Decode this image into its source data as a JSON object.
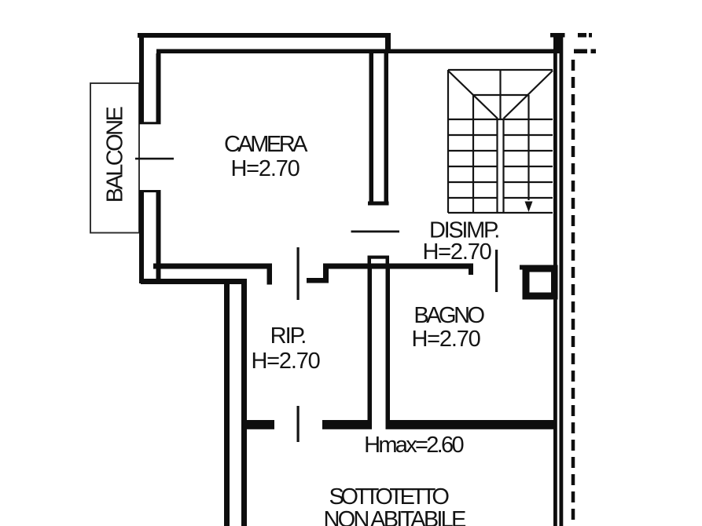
{
  "drawing": {
    "type": "floor-plan",
    "colors": {
      "ink": "#0e0e0e",
      "background": "#ffffff",
      "balcony_outline": "#2a2a2a"
    },
    "rooms": [
      {
        "id": "balcone",
        "label": "BALCONE"
      },
      {
        "id": "camera",
        "label": "CAMERA",
        "height_note": "H=2.70"
      },
      {
        "id": "disimpegno",
        "label": "DISIMP.",
        "height_note": "H=2.70"
      },
      {
        "id": "ripostiglio",
        "label": "RIP.",
        "height_note": "H=2.70"
      },
      {
        "id": "bagno",
        "label": "BAGNO",
        "height_note": "H=2.70"
      },
      {
        "id": "sottotetto",
        "label": "SOTTOTETTO",
        "label_line2": "NON ABITABILE",
        "height_note": "Hmax=2.60"
      }
    ],
    "icons": [
      {
        "name": "stairs-down-arrow",
        "meaning": "stair direction down"
      }
    ]
  }
}
